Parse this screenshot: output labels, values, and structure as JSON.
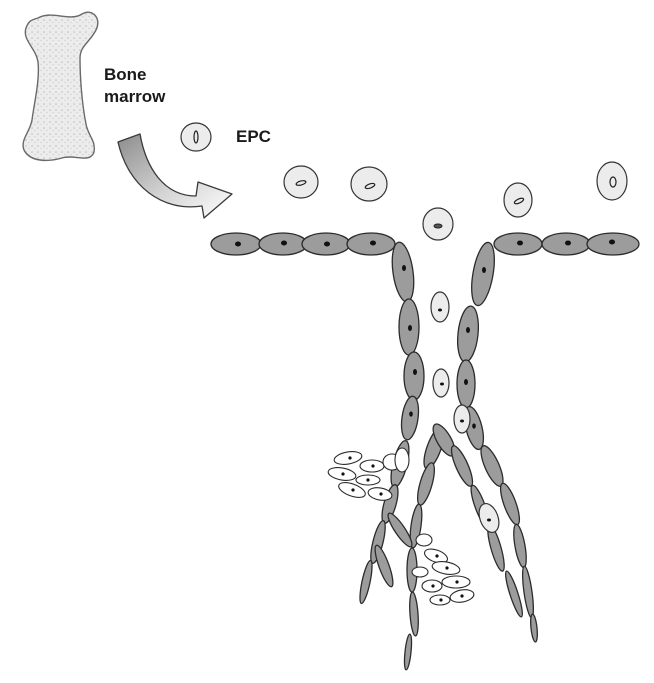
{
  "labels": {
    "bone_marrow_line1": "Bone",
    "bone_marrow_line2": "marrow",
    "epc": "EPC"
  },
  "colors": {
    "endothelial_fill": "#9c9c9c",
    "epc_fill": "#ececec",
    "bone_fill": "#e8e8e8",
    "stroke": "#2b2b2b",
    "nucleus": "#111111"
  }
}
